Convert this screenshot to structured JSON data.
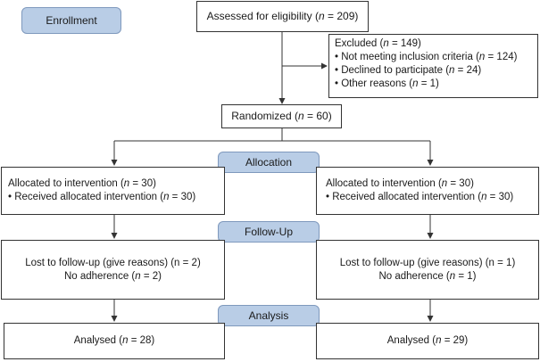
{
  "stages": {
    "enrollment": "Enrollment",
    "allocation": "Allocation",
    "followup": "Follow-Up",
    "analysis": "Analysis"
  },
  "n_symbol": "n",
  "assessed": {
    "text": "Assessed for eligibility",
    "value": "209"
  },
  "excluded": {
    "title": {
      "text": "Excluded",
      "value": "149"
    },
    "reasons": [
      {
        "text": "• Not meeting inclusion criteria",
        "value": "124"
      },
      {
        "text": "• Declined to participate",
        "value": "24"
      },
      {
        "text": "• Other reasons",
        "value": "1"
      }
    ]
  },
  "randomized": {
    "text": "Randomized",
    "value": "60"
  },
  "arms": [
    {
      "allocated": {
        "text": "Allocated to intervention",
        "value": "30"
      },
      "received": {
        "text": "• Received allocated intervention",
        "value": "30"
      },
      "lost": "Lost to follow-up (give reasons) (n = 2)",
      "adherence": {
        "text": "No adherence",
        "value": "2"
      },
      "analysed": {
        "text": "Analysed",
        "value": "28"
      }
    },
    {
      "allocated": {
        "text": "Allocated to intervention",
        "value": "30"
      },
      "received": {
        "text": "• Received allocated intervention",
        "value": "30"
      },
      "lost": "Lost to follow-up (give reasons) (n = 1)",
      "adherence": {
        "text": "No adherence",
        "value": "1"
      },
      "analysed": {
        "text": "Analysed",
        "value": "29"
      }
    }
  ],
  "colors": {
    "stage_fill": "#b9cde6",
    "stage_border": "#7f99bd",
    "line": "#333333"
  }
}
